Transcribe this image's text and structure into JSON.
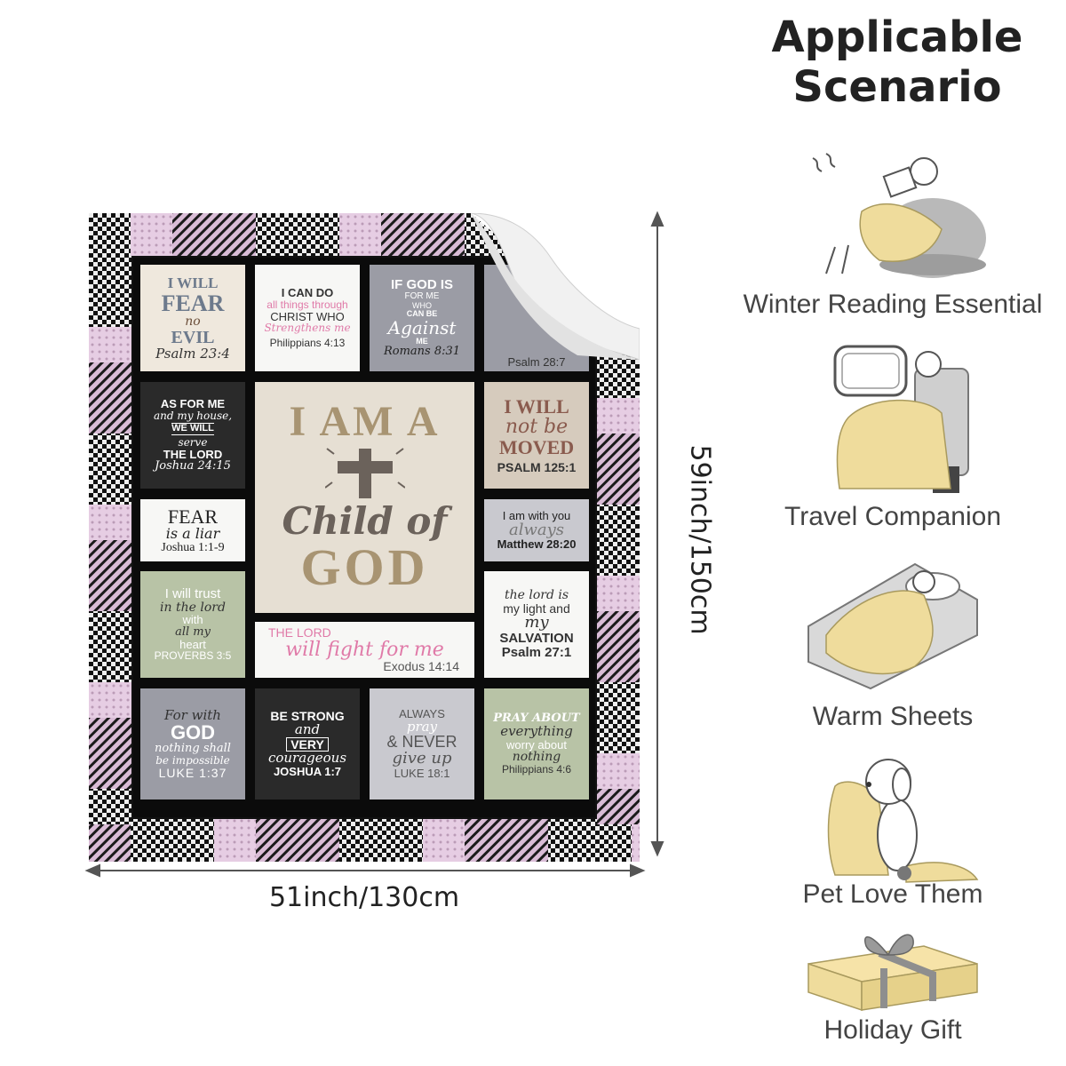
{
  "colors": {
    "border_pink": "#d9bcd6",
    "border_dark": "#1a1a1a",
    "pink_text": "#e07aa8",
    "brown": "#6b625b",
    "gold": "#a89472",
    "dark_bg": "#2a2a2a"
  },
  "scenario": {
    "title_line1": "Applicable",
    "title_line2": "Scenario",
    "items": [
      {
        "label": "Winter Reading Essential",
        "icon": "reading-person-icon"
      },
      {
        "label": "Travel Companion",
        "icon": "airplane-seat-icon"
      },
      {
        "label": "Warm Sheets",
        "icon": "sleeping-bed-icon"
      },
      {
        "label": "Pet Love Them",
        "icon": "dog-icon"
      },
      {
        "label": "Holiday Gift",
        "icon": "gift-box-icon"
      }
    ]
  },
  "dimensions": {
    "height": "59inch/150cm",
    "width": "51inch/130cm"
  },
  "tiles": {
    "t1": [
      "I WILL",
      "FEAR",
      "no",
      "EVIL",
      "Psalm 23:4"
    ],
    "t2": [
      "I CAN DO",
      "all things through",
      "CHRIST WHO",
      "Strengthens me",
      "Philippians 4:13"
    ],
    "t3": [
      "IF GOD IS",
      "FOR ME",
      "WHO",
      "CAN BE",
      "Against",
      "ME",
      "Romans 8:31"
    ],
    "t4": [
      "Psalm 28:7"
    ],
    "t5": [
      "AS FOR ME",
      "and my house,",
      "WE WILL",
      "serve",
      "THE LORD",
      "Joshua 24:15"
    ],
    "center": [
      "I AM A",
      "Child of",
      "GOD"
    ],
    "t6": [
      "I WILL",
      "not be",
      "MOVED",
      "PSALM 125:1"
    ],
    "t7": [
      "FEAR",
      "is a liar",
      "Joshua 1:1-9"
    ],
    "t8": [
      "I am with you",
      "always",
      "Matthew 28:20"
    ],
    "t9": [
      "I will trust",
      "in the lord",
      "with",
      "all my",
      "heart",
      "PROVERBS 3:5"
    ],
    "t10": [
      "the lord is",
      "my light and",
      "my",
      "SALVATION",
      "Psalm 27:1"
    ],
    "t11": [
      "THE LORD",
      "will fight for me",
      "Exodus 14:14"
    ],
    "t12": [
      "For with",
      "GOD",
      "nothing shall",
      "be impossible",
      "LUKE 1:37"
    ],
    "t13": [
      "BE STRONG",
      "and",
      "VERY",
      "courageous",
      "JOSHUA 1:7"
    ],
    "t14": [
      "ALWAYS",
      "pray",
      "& NEVER",
      "give up",
      "LUKE 18:1"
    ],
    "t15": [
      "PRAY ABOUT",
      "everything",
      "worry about",
      "nothing",
      "Philippians 4:6"
    ]
  }
}
